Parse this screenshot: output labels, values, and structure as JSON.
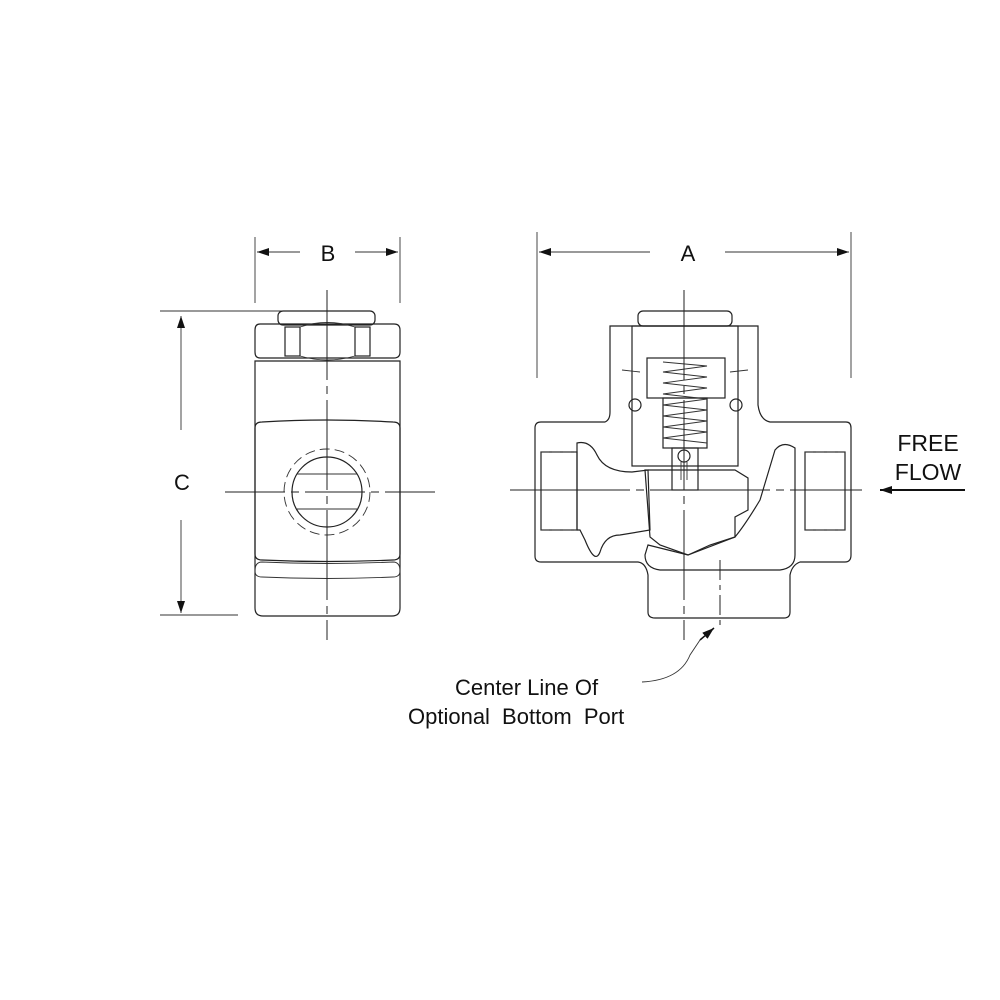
{
  "labels": {
    "dim_a": "A",
    "dim_b": "B",
    "dim_c": "C",
    "free_flow_line1": "FREE",
    "free_flow_line2": "FLOW",
    "note_line1": "Center Line Of",
    "note_line2": "Optional Bottom Port"
  },
  "colors": {
    "line": "#222222",
    "background": "#ffffff"
  }
}
